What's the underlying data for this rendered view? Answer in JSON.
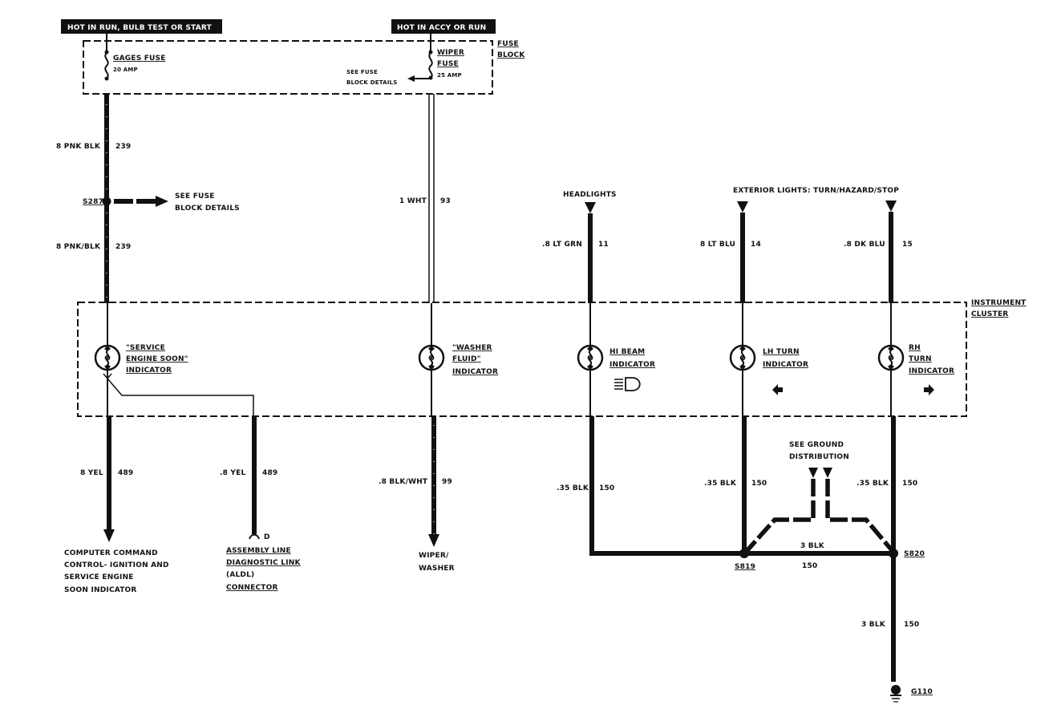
{
  "power_headers": {
    "left": "HOT IN RUN, BULB TEST OR START",
    "right": "HOT IN ACCY OR RUN"
  },
  "fuse_block": {
    "label_line1": "FUSE",
    "label_line2": "BLOCK",
    "gages_fuse": {
      "name": "GAGES FUSE",
      "rating": "20 AMP"
    },
    "wiper_fuse": {
      "name_line1": "WIPER",
      "name_line2": "FUSE",
      "rating": "25 AMP"
    },
    "see_details_line1": "SEE FUSE",
    "see_details_line2": "BLOCK DETAILS"
  },
  "splice_s287": {
    "id": "S287",
    "ref_line1": "SEE FUSE",
    "ref_line2": "BLOCK DETAILS"
  },
  "wires": {
    "pnk_blk_upper": {
      "gauge_color": "8 PNK BLK",
      "circuit": "239"
    },
    "pnk_blk_lower": {
      "gauge_color": "8 PNK/BLK",
      "circuit": "239"
    },
    "wht": {
      "gauge_color": "1 WHT",
      "circuit": "93"
    },
    "lt_grn": {
      "gauge_color": ".8 LT GRN",
      "circuit": "11"
    },
    "lt_blu": {
      "gauge_color": "8 LT BLU",
      "circuit": "14"
    },
    "dk_blu": {
      "gauge_color": ".8 DK BLU",
      "circuit": "15"
    },
    "yel_main": {
      "gauge_color": "8 YEL",
      "circuit": "489"
    },
    "yel_aldl": {
      "gauge_color": ".8 YEL",
      "circuit": "489"
    },
    "blk_wht": {
      "gauge_color": ".8 BLK/WHT",
      "circuit": "99"
    },
    "blk_hibeam": {
      "gauge_color": ".35 BLK",
      "circuit": "150"
    },
    "blk_lh": {
      "gauge_color": ".35 BLK",
      "circuit": "150"
    },
    "blk_rh": {
      "gauge_color": ".35 BLK",
      "circuit": "150"
    },
    "blk_bus": {
      "gauge_color": "3 BLK",
      "circuit": "150"
    },
    "blk_ground": {
      "gauge_color": "3 BLK",
      "circuit": "150"
    }
  },
  "sources": {
    "headlights": "HEADLIGHTS",
    "exterior": "EXTERIOR LIGHTS: TURN/HAZARD/STOP"
  },
  "cluster": {
    "label_line1": "INSTRUMENT",
    "label_line2": "CLUSTER",
    "indicators": [
      {
        "line1": "\"SERVICE",
        "line2": "ENGINE SOON\"",
        "line3": "INDICATOR"
      },
      {
        "line1": "\"WASHER",
        "line2": "FLUID\"",
        "line3": "INDICATOR"
      },
      {
        "line1": "HI BEAM",
        "line2": "INDICATOR",
        "line3": ""
      },
      {
        "line1": "LH TURN",
        "line2": "INDICATOR",
        "line3": ""
      },
      {
        "line1": "RH",
        "line2": "TURN",
        "line3": "INDICATOR"
      }
    ]
  },
  "destinations": {
    "ccc": [
      "COMPUTER COMMAND",
      "CONTROL- IGNITION AND",
      "SERVICE ENGINE",
      "SOON INDICATOR"
    ],
    "aldl_pin": "D",
    "aldl": [
      "ASSEMBLY LINE",
      "DIAGNOSTIC LINK",
      "(ALDL)",
      "CONNECTOR"
    ],
    "wiper": [
      "WIPER/",
      "WASHER"
    ]
  },
  "ground_ref": {
    "line1": "SEE GROUND",
    "line2": "DISTRIBUTION"
  },
  "splices": {
    "s819": "S819",
    "s820": "S820"
  },
  "ground": {
    "id": "G110"
  }
}
